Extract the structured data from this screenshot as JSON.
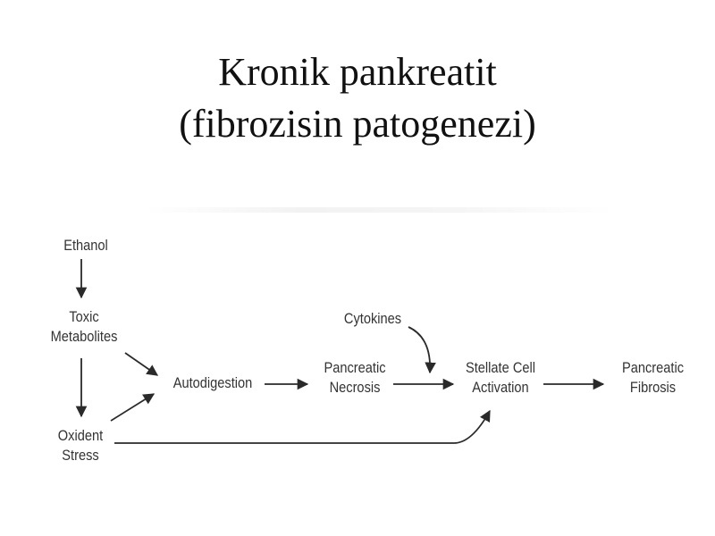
{
  "title": {
    "line1": "Kronik pankreatit",
    "line2": "(fibrozisin patogenezi)"
  },
  "nodes": {
    "ethanol": "Ethanol",
    "toxic_line1": "Toxic",
    "toxic_line2": "Metabolites",
    "oxident_line1": "Oxident",
    "oxident_line2": "Stress",
    "autodigestion": "Autodigestion",
    "necrosis_line1": "Pancreatic",
    "necrosis_line2": "Necrosis",
    "cytokines": "Cytokines",
    "stellate_line1": "Stellate Cell",
    "stellate_line2": "Activation",
    "fibrosis_line1": "Pancreatic",
    "fibrosis_line2": "Fibrosis"
  }
}
